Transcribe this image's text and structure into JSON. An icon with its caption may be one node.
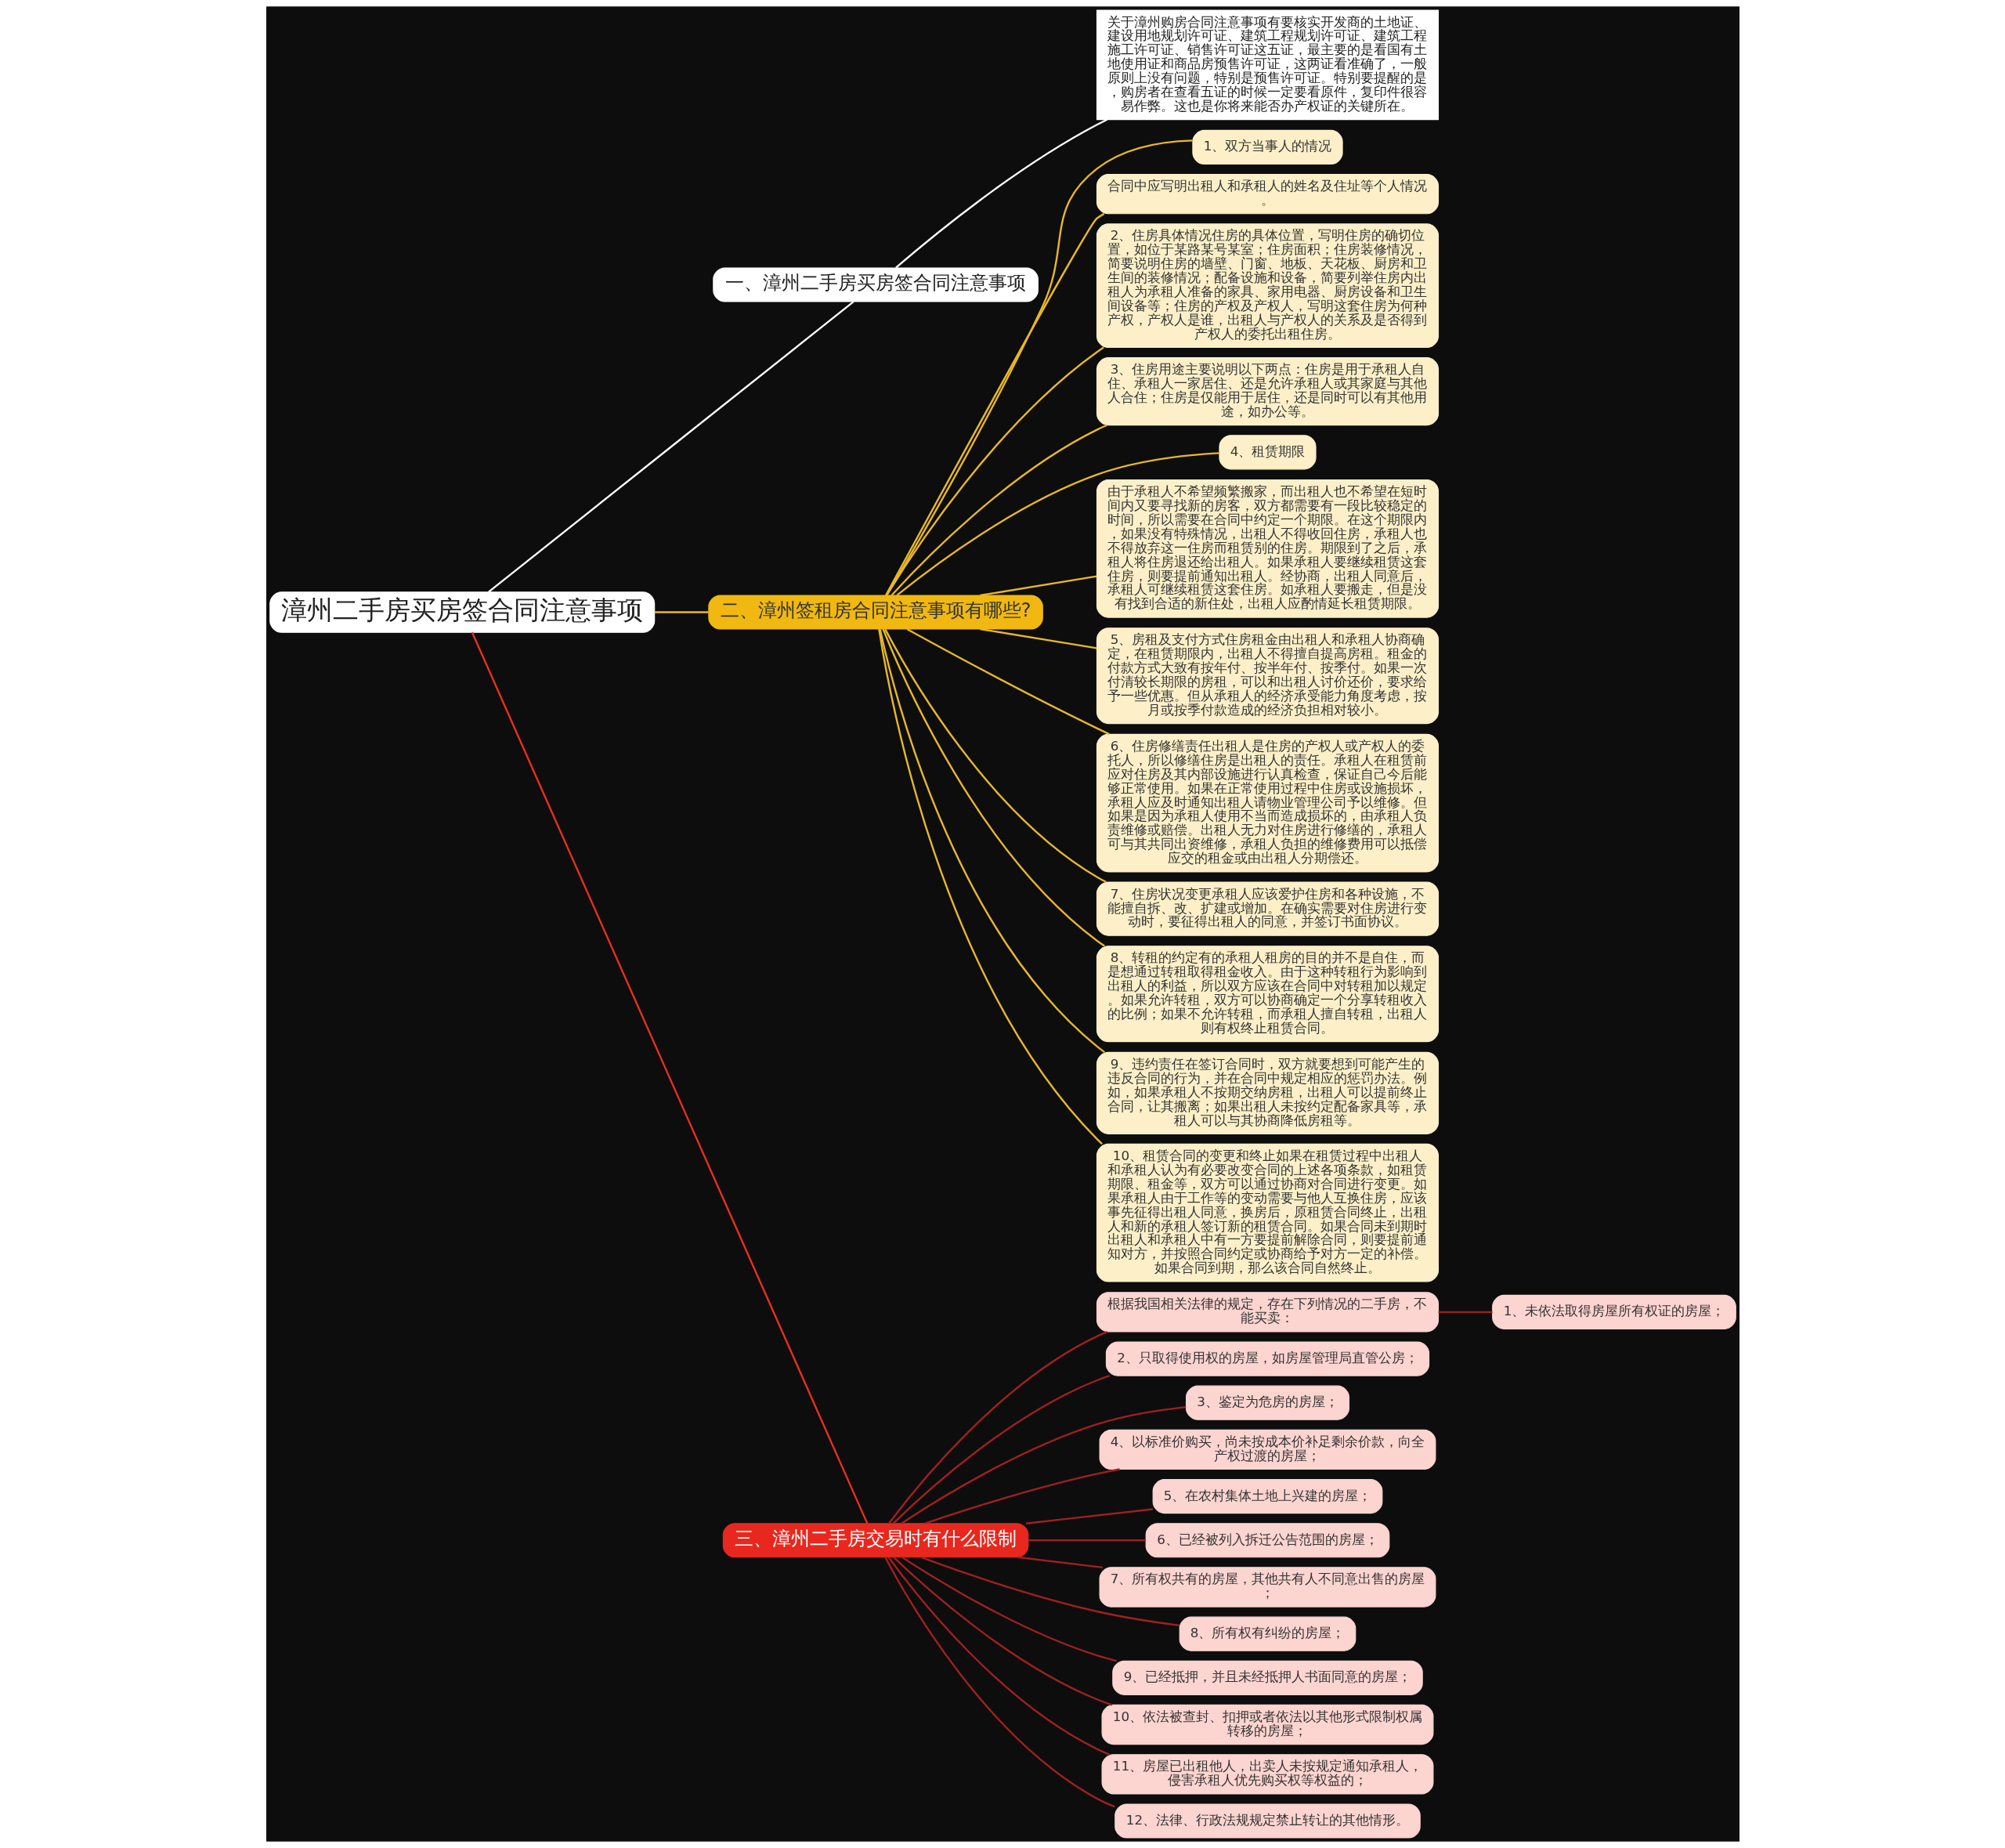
{
  "diagram": {
    "nodes": [
      {
        "text": [
          "漳州二手房买房签合同注意事项"
        ]
      },
      {
        "text": [
          "一、漳州二手房买房签合同注意事项"
        ]
      },
      {
        "text": [
          "关于漳州购房合同注意事项有要核实开发商的土地证、建设用地规划许可证、建筑工程规划许可证、建筑工程施工许可证、销售许可证这五证，最主要的是看国有土地使用证和商品房预售许可证，这两证看准确了，一般原则上没有问题，特别是预售许可证。特别要提醒的是，购房者在查看五证的时候一定要看原件，复印件很容易作弊。这也是你将来能否办产权证的关键所在。"
        ]
      },
      {
        "text": [
          "二、漳州签租房合同注意事项有哪些?"
        ]
      },
      {
        "text": [
          "1、双方当事人的情况"
        ]
      },
      {
        "text": [
          "合同中应写明出租人和承租人的姓名及住址等个人情况。"
        ]
      },
      {
        "text": [
          "2、住房具体情况住房的具体位置，写明住房的确切位置，如位于某路某号某室；住房面积；住房装修情况，简要说明住房的墙壁、门窗、地板、天花板、厨房和卫生间的装修情况；配备设施和设备，简要列举住房内出租人为承租人准备的家具、家用电器、厨房设备和卫生间设备等；住房的产权及产权人，写明这套住房为何种产权，产权人是谁，出租人与产权人的关系及是否得到产权人的委托出租住房。"
        ]
      },
      {
        "text": [
          "3、住房用途主要说明以下两点：住房是用于承租人自住、承租人一家居住、还是允许承租人或其家庭与其他人合住；住房是仅能用于居住，还是同时可以有其他用途，如办公等。"
        ]
      },
      {
        "text": [
          "4、租赁期限"
        ]
      },
      {
        "text": [
          "由于承租人不希望频繁搬家，而出租人也不希望在短时间内又要寻找新的房客，双方都需要有一段比较稳定的时间，所以需要在合同中约定一个期限。在这个期限内，如果没有特殊情况，出租人不得收回住房，承租人也不得放弃这一住房而租赁别的住房。期限到了之后，承租人将住房退还给出租人。如果承租人要继续租赁这套住房，则要提前通知出租人。经协商，出租人同意后，承租人可继续租赁这套住房。如承租人要搬走，但是没有找到合适的新住处，出租人应酌情延长租赁期限。"
        ]
      },
      {
        "text": [
          "5、房租及支付方式住房租金由出租人和承租人协商确定，在租赁期限内，出租人不得擅自提高房租。租金的付款方式大致有按年付、按半年付、按季付。如果一次付清较长期限的房租，可以和出租人讨价还价，要求给予一些优惠。但从承租人的经济承受能力角度考虑，按月或按季付款造成的经济负担相对较小。"
        ]
      },
      {
        "text": [
          "6、住房修缮责任出租人是住房的产权人或产权人的委托人，所以修缮住房是出租人的责任。承租人在租赁前应对住房及其内部设施进行认真检查，保证自己今后能够正常使用。如果在正常使用过程中住房或设施损坏，承租人应及时通知出租人请物业管理公司予以维修。但如果是因为承租人使用不当而造成损坏的，由承租人负责维修或赔偿。出租人无力对住房进行修缮的，承租人可与其共同出资维修，承租人负担的维修费用可以抵偿应交的租金或由出租人分期偿还。"
        ]
      },
      {
        "text": [
          "7、住房状况变更承租人应该爱护住房和各种设施，不能擅自拆、改、扩建或增加。在确实需要对住房进行变动时，要征得出租人的同意，并签订书面协议。"
        ]
      },
      {
        "text": [
          "8、转租的约定有的承租人租房的目的并不是自住，而是想通过转租取得租金收入。由于这种转租行为影响到出租人的利益，所以双方应该在合同中对转租加以规定。如果允许转租，双方可以协商确定一个分享转租收入的比例；如果不允许转租，而承租人擅自转租，出租人则有权终止租赁合同。"
        ]
      },
      {
        "text": [
          "9、违约责任在签订合同时，双方就要想到可能产生的违反合同的行为，并在合同中规定相应的惩罚办法。例如，如果承租人不按期交纳房租，出租人可以提前终止合同，让其搬离；如果出租人未按约定配备家具等，承租人可以与其协商降低房租等。"
        ]
      },
      {
        "text": [
          "10、租赁合同的变更和终止如果在租赁过程中出租人和承租人认为有必要改变合同的上述各项条款，如租赁期限、租金等，双方可以通过协商对合同进行变更。如果承租人由于工作等的变动需要与他人互换住房，应该事先征得出租人同意，换房后，原租赁合同终止，出租人和新的承租人签订新的租赁合同。如果合同未到期时出租人和承租人中有一方要提前解除合同，则要提前通知对方，并按照合同约定或协商给予对方一定的补偿。如果合同到期，那么该合同自然终止。"
        ]
      },
      {
        "text": [
          "三、漳州二手房交易时有什么限制"
        ]
      },
      {
        "text": [
          "根据我国相关法律的规定，存在下列情况的二手房，不能买卖："
        ]
      },
      {
        "text": [
          "1、未依法取得房屋所有权证的房屋；"
        ]
      },
      {
        "text": [
          "2、只取得使用权的房屋，如房屋管理局直管公房；"
        ]
      },
      {
        "text": [
          "3、鉴定为危房的房屋；"
        ]
      },
      {
        "text": [
          "4、以标准价购买，尚未按成本价补足剩余价款，向全产权过渡的房屋；"
        ]
      },
      {
        "text": [
          "5、在农村集体土地上兴建的房屋；"
        ]
      },
      {
        "text": [
          "6、已经被列入拆迁公告范围的房屋；"
        ]
      },
      {
        "text": [
          "7、所有权共有的房屋，其他共有人不同意出售的房屋；"
        ]
      },
      {
        "text": [
          "8、所有权有纠纷的房屋；"
        ]
      },
      {
        "text": [
          "9、已经抵押，并且未经抵押人书面同意的房屋；"
        ]
      },
      {
        "text": [
          "10、依法被查封、扣押或者依法以其他形式限制权属转移的房屋；"
        ]
      },
      {
        "text": [
          "11、房屋已出租他人，出卖人未按规定通知承租人，侵害承租人优先购买权等权益的；"
        ]
      },
      {
        "text": [
          "12、法律、行政法规规定禁止转让的其他情形。"
        ]
      }
    ],
    "edges": [
      {
        "from": 0,
        "to": 1,
        "arrow": "none",
        "color": "#ffffff"
      },
      {
        "from": 1,
        "to": 2,
        "arrow": "none",
        "color": "#ffffff"
      },
      {
        "from": 0,
        "to": 3,
        "arrow": "none"
      },
      {
        "from": 3,
        "to": 4,
        "arrow": "none"
      },
      {
        "from": 3,
        "to": 5,
        "arrow": "none"
      },
      {
        "from": 3,
        "to": 6,
        "arrow": "none"
      },
      {
        "from": 3,
        "to": 7,
        "arrow": "none"
      },
      {
        "from": 3,
        "to": 8,
        "arrow": "none"
      },
      {
        "from": 3,
        "to": 9,
        "arrow": "none"
      },
      {
        "from": 3,
        "to": 10,
        "arrow": "none"
      },
      {
        "from": 3,
        "to": 11,
        "arrow": "none"
      },
      {
        "from": 3,
        "to": 12,
        "arrow": "none"
      },
      {
        "from": 3,
        "to": 13,
        "arrow": "none"
      },
      {
        "from": 3,
        "to": 14,
        "arrow": "none"
      },
      {
        "from": 3,
        "to": 15,
        "arrow": "none"
      },
      {
        "from": 0,
        "to": 16,
        "arrow": "none",
        "color": "#e8301e"
      },
      {
        "from": 16,
        "to": 17,
        "arrow": "none",
        "color": "#a02020"
      },
      {
        "from": 17,
        "to": 18,
        "arrow": "none",
        "color": "#a02020"
      },
      {
        "from": 16,
        "to": 19,
        "arrow": "none",
        "color": "#a02020"
      },
      {
        "from": 16,
        "to": 20,
        "arrow": "none",
        "color": "#a02020"
      },
      {
        "from": 16,
        "to": 21,
        "arrow": "none",
        "color": "#a02020"
      },
      {
        "from": 16,
        "to": 22,
        "arrow": "none",
        "color": "#a02020"
      },
      {
        "from": 16,
        "to": 23,
        "arrow": "none",
        "color": "#a02020"
      },
      {
        "from": 16,
        "to": 24,
        "arrow": "none",
        "color": "#a02020"
      },
      {
        "from": 16,
        "to": 25,
        "arrow": "none",
        "color": "#a02020"
      },
      {
        "from": 16,
        "to": 26,
        "arrow": "none",
        "color": "#a02020"
      },
      {
        "from": 16,
        "to": 27,
        "arrow": "none",
        "color": "#a02020"
      },
      {
        "from": 16,
        "to": 28,
        "arrow": "none",
        "color": "#a02020"
      },
      {
        "from": 16,
        "to": 29,
        "arrow": "none",
        "color": "#a02020"
      }
    ]
  }
}
